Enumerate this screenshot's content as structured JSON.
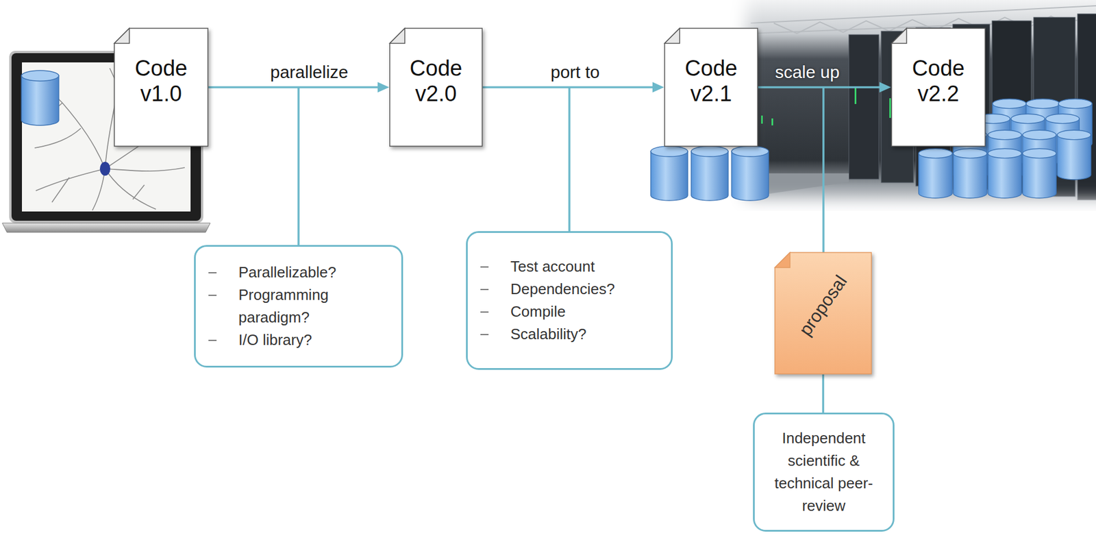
{
  "diagram": {
    "nodes": [
      {
        "text": [
          "Code v1.0"
        ]
      },
      {
        "text": [
          "Code v2.0"
        ]
      },
      {
        "text": [
          "Code v2.1"
        ]
      },
      {
        "text": [
          "Code v2.2"
        ]
      },
      {
        "text": [
          "Parallelizable?",
          "Programming paradigm?",
          "I/O library?"
        ]
      },
      {
        "text": [
          "Test account",
          "Dependencies?",
          "Compile",
          "Scalability?"
        ]
      },
      {
        "text": [
          "proposal"
        ]
      },
      {
        "text": [
          "Independent scientific & technical peer-review"
        ]
      }
    ],
    "edges": [
      {
        "from": 0,
        "to": 1,
        "label": "parallelize",
        "arrow": "to"
      },
      {
        "from": 1,
        "to": 2,
        "label": "port to",
        "arrow": "to"
      },
      {
        "from": 2,
        "to": 3,
        "label": "scale up",
        "arrow": "to"
      },
      {
        "from": 6,
        "to": 7,
        "arrow": "none"
      }
    ]
  }
}
